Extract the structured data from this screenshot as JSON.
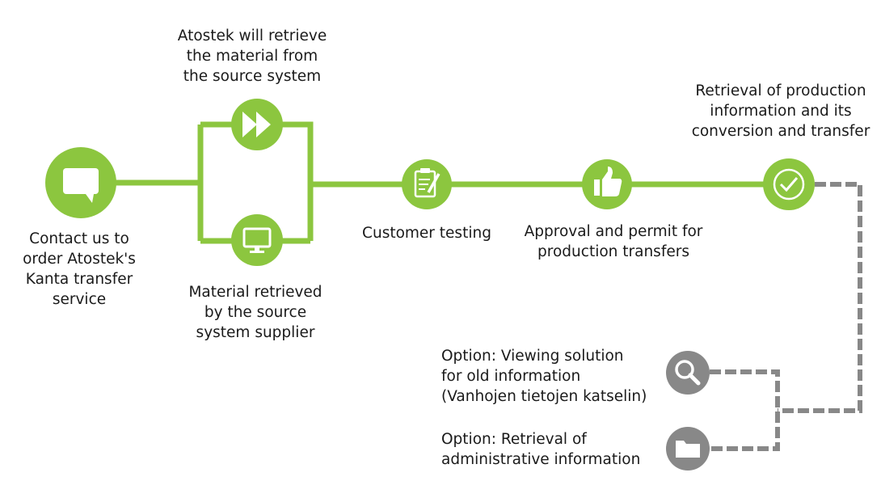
{
  "colors": {
    "green": "#8cc63f",
    "gray": "#888888",
    "icon": "#ffffff",
    "text": "#1a1a1a"
  },
  "steps": {
    "contact": {
      "icon": "speech-bubble-icon",
      "lines": [
        "Contact us to",
        "order Atostek's",
        "Kanta transfer",
        "service"
      ]
    },
    "atostek_retrieve": {
      "icon": "fast-forward-icon",
      "lines": [
        "Atostek will retrieve",
        "the material from",
        "the source system"
      ]
    },
    "supplier_retrieve": {
      "icon": "monitor-icon",
      "lines": [
        "Material retrieved",
        "by the source",
        "system supplier"
      ]
    },
    "customer_testing": {
      "icon": "clipboard-pen-icon",
      "lines": [
        "Customer testing"
      ]
    },
    "approval": {
      "icon": "thumbs-up-icon",
      "lines": [
        "Approval and permit for",
        "production transfers"
      ]
    },
    "production": {
      "icon": "checkmark-icon",
      "lines": [
        "Retrieval of production",
        "information and its",
        "conversion and transfer"
      ]
    },
    "option_viewing": {
      "icon": "search-icon",
      "lines": [
        "Option: Viewing solution",
        "for old information",
        "(Vanhojen tietojen katselin)"
      ]
    },
    "option_admin": {
      "icon": "folder-icon",
      "lines": [
        "Option: Retrieval of",
        "administrative information"
      ]
    }
  }
}
